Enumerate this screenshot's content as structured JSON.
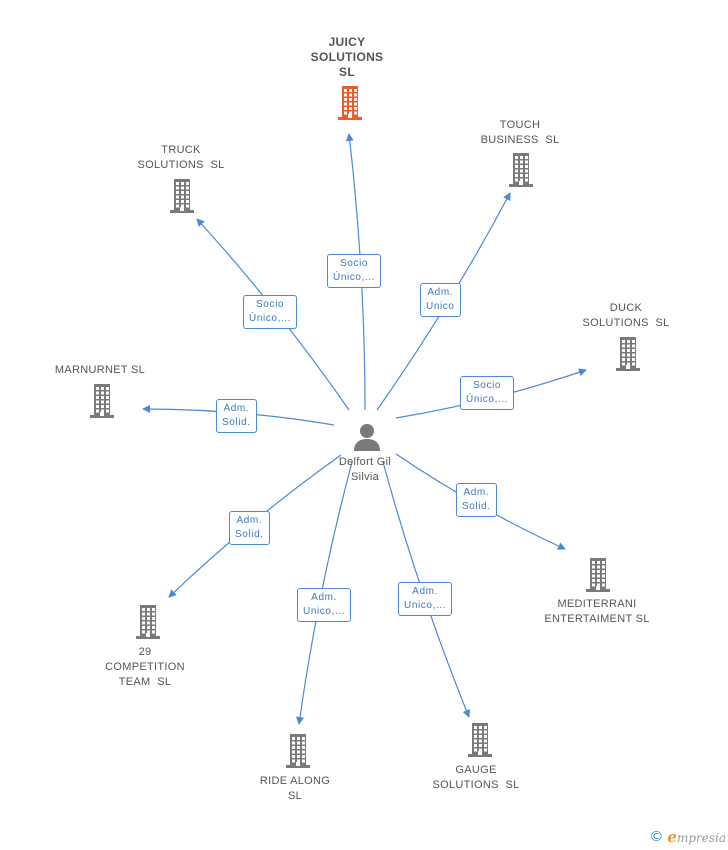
{
  "colors": {
    "edge": "#4a8ad4",
    "building_main": "#f05a24",
    "building": "#7a7a7a",
    "person": "#7a7a7a"
  },
  "person": {
    "name": "Delfort Gil\nSilvia",
    "icon": "person-icon"
  },
  "companies": [
    {
      "id": "juicy",
      "label": "JUICY\nSOLUTIONS\nSL",
      "main": true,
      "icon": "building-icon"
    },
    {
      "id": "touch",
      "label": "TOUCH\nBUSINESS  SL",
      "icon": "building-icon"
    },
    {
      "id": "truck",
      "label": "TRUCK\nSOLUTIONS  SL",
      "icon": "building-icon"
    },
    {
      "id": "duck",
      "label": "DUCK\nSOLUTIONS  SL",
      "icon": "building-icon"
    },
    {
      "id": "marnurnet",
      "label": "MARNURNET SL",
      "icon": "building-icon"
    },
    {
      "id": "mediterrani",
      "label": "MEDITERRANI\nENTERTAIMENT SL",
      "icon": "building-icon"
    },
    {
      "id": "competition",
      "label": "29\nCOMPETITION\nTEAM  SL",
      "icon": "building-icon"
    },
    {
      "id": "ridealong",
      "label": "RIDE ALONG\nSL",
      "icon": "building-icon"
    },
    {
      "id": "gauge",
      "label": "GAUGE\nSOLUTIONS  SL",
      "icon": "building-icon"
    }
  ],
  "relations": [
    {
      "to": "juicy",
      "role": "Socio\nÚnico,..."
    },
    {
      "to": "touch",
      "role": "Adm.\nUnico"
    },
    {
      "to": "truck",
      "role": "Socio\nÚnico,..."
    },
    {
      "to": "duck",
      "role": "Socio\nÚnico,..."
    },
    {
      "to": "marnurnet",
      "role": "Adm.\nSolid."
    },
    {
      "to": "mediterrani",
      "role": "Adm.\nSolid."
    },
    {
      "to": "competition",
      "role": "Adm.\nSolid."
    },
    {
      "to": "ridealong",
      "role": "Adm.\nUnico,..."
    },
    {
      "to": "gauge",
      "role": "Adm.\nUnico,..."
    }
  ],
  "footer": {
    "copyright": "©",
    "brand_initial": "e",
    "brand_rest": "mpresia"
  }
}
